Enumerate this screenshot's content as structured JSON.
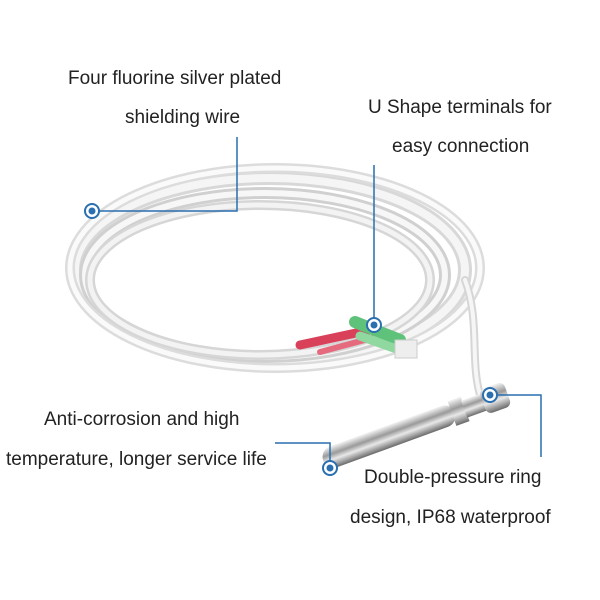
{
  "callouts": {
    "wire": {
      "line1": "Four fluorine silver plated",
      "line2": "shielding wire"
    },
    "terminals": {
      "line1": "U Shape terminals for",
      "line2": "easy connection"
    },
    "corrosion": {
      "line1": "Anti-corrosion and high",
      "line2": "temperature, longer service life"
    },
    "ring": {
      "line1": "Double-pressure ring",
      "line2": "design, IP68 waterproof"
    }
  },
  "colors": {
    "callout": "#2a6fb0",
    "text": "#222222",
    "terminal_red": "#d9415a",
    "terminal_green": "#5fc27a"
  }
}
